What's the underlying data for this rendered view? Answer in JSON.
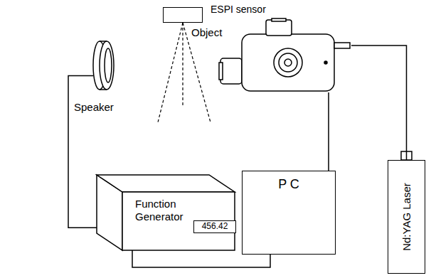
{
  "diagram": {
    "nodes": [
      {
        "text": [
          "Object"
        ]
      },
      {
        "text": [
          "ESPI sensor"
        ]
      },
      {
        "text": [
          "Speaker"
        ]
      },
      {
        "text": [
          "Function Generator"
        ]
      },
      {
        "text": [
          "456.42"
        ],
        "in": 3
      },
      {
        "text": [
          "P C"
        ]
      },
      {
        "text": [
          "Nd:YAG Laser"
        ]
      }
    ],
    "edges": [
      {
        "from": 2,
        "to": 3,
        "arrow": "none"
      },
      {
        "from": 3,
        "to": 5,
        "arrow": "none"
      },
      {
        "from": 5,
        "to": 1,
        "arrow": "none"
      },
      {
        "from": 1,
        "to": 6,
        "arrow": "none"
      }
    ]
  }
}
